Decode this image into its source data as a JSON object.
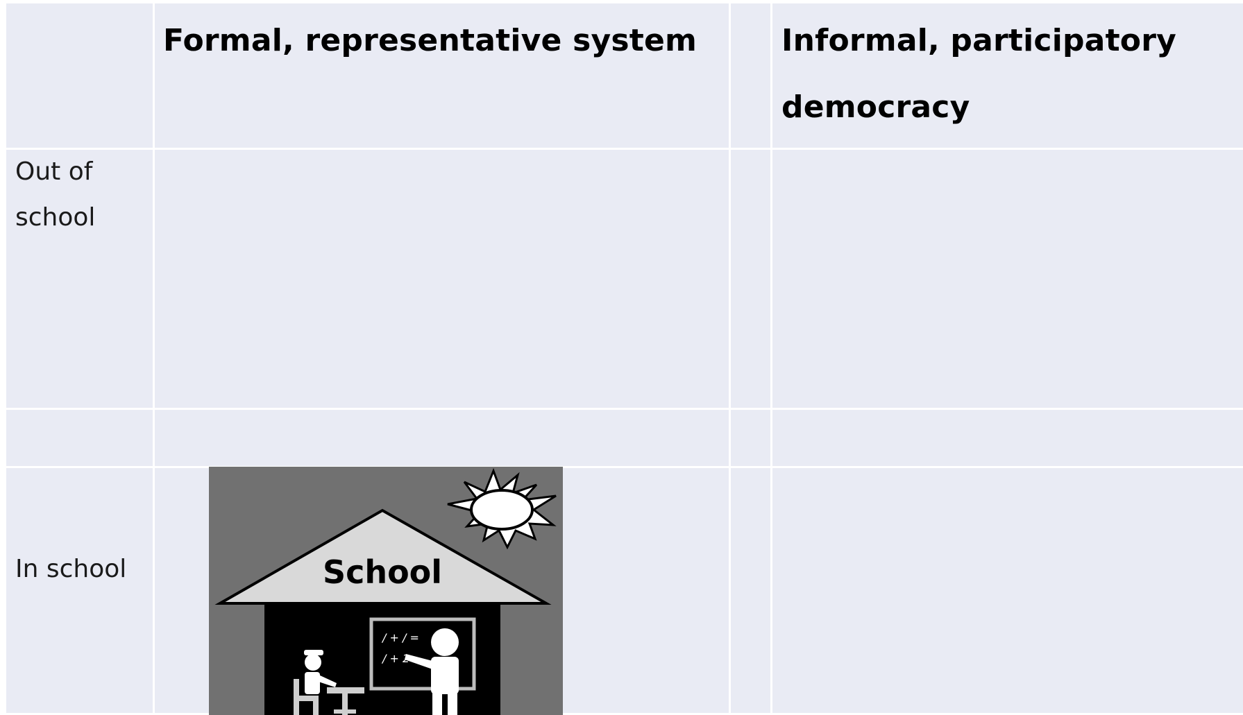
{
  "table": {
    "headers": {
      "col_formal": "Formal, representative system",
      "col_informal_line1": "Informal, participatory",
      "col_informal_line2": "democracy"
    },
    "rows": {
      "out_of_school_line1": "Out of",
      "out_of_school_line2": "school",
      "in_school": "In school"
    }
  },
  "illustration": {
    "icon": "school-house-icon",
    "sign_text": "School",
    "background_color": "#717171",
    "roof_color": "#d9d9d9",
    "door_color": "#000000"
  }
}
